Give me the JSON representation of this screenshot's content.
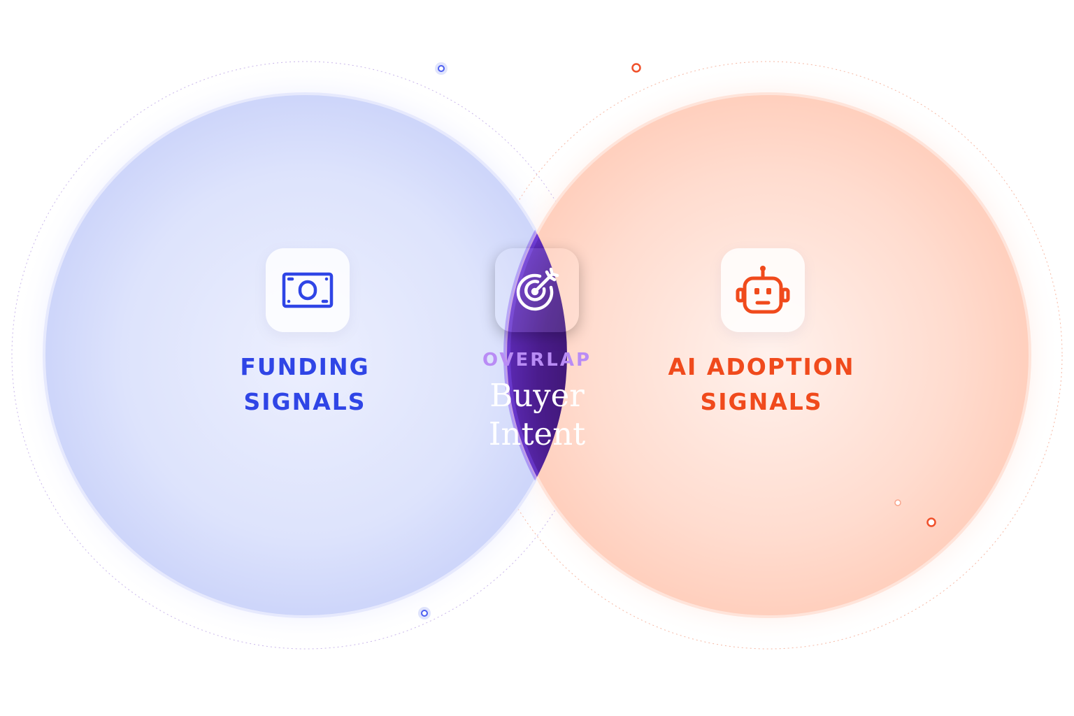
{
  "left_set": {
    "line1": "FUNDING",
    "line2": "SIGNALS",
    "color": "#2f45e6",
    "icon": "money-bill-icon"
  },
  "right_set": {
    "line1": "AI ADOPTION",
    "line2": "SIGNALS",
    "color": "#f04a1c",
    "icon": "robot-icon"
  },
  "overlap": {
    "label": "OVERLAP",
    "title_line1": "Buyer",
    "title_line2": "Intent",
    "label_color": "#b98cf5",
    "icon": "target-arrow-icon"
  }
}
